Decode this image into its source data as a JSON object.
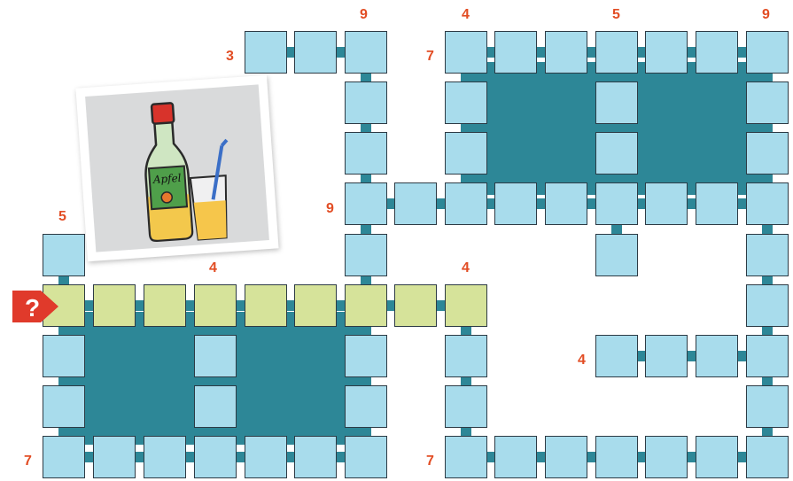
{
  "puzzle": {
    "clues": [
      {
        "id": "c1",
        "text": "9"
      },
      {
        "id": "c2",
        "text": "4"
      },
      {
        "id": "c3",
        "text": "5"
      },
      {
        "id": "c4",
        "text": "9"
      },
      {
        "id": "c5",
        "text": "3"
      },
      {
        "id": "c6",
        "text": "7"
      },
      {
        "id": "c7",
        "text": "9"
      },
      {
        "id": "c8",
        "text": "5"
      },
      {
        "id": "c9",
        "text": "4"
      },
      {
        "id": "c10",
        "text": "4"
      },
      {
        "id": "c11",
        "text": "4"
      },
      {
        "id": "c12",
        "text": "7"
      },
      {
        "id": "c13",
        "text": "7"
      }
    ],
    "question_marker": "?",
    "picture": {
      "icon": "apple-juice-bottle-and-glass-icon",
      "label_text": "Apfel"
    }
  },
  "colors": {
    "cell": "#a8dcec",
    "highlight_cell": "#d6e39a",
    "teal": "#2d8797",
    "clue_number": "#e24d24",
    "marker": "#e03a2b"
  }
}
